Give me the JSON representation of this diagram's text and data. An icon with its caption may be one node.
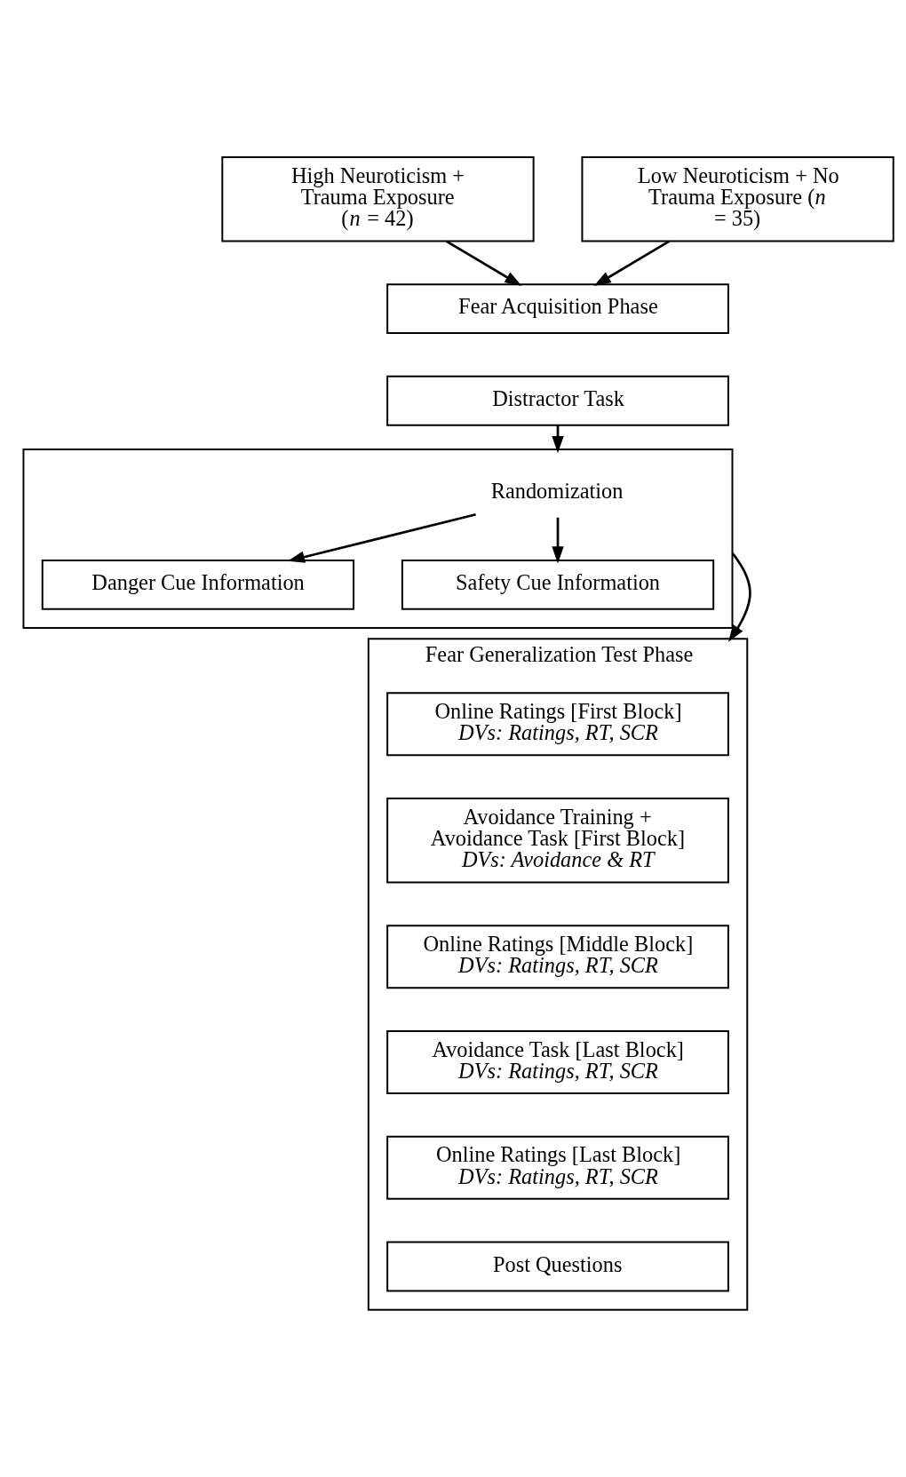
{
  "diagram": {
    "nodes": [
      {
        "text": [
          "High Neuroticism + Trauma Exposure (*n* = 42)"
        ]
      },
      {
        "text": [
          "Low Neuroticism + No Trauma Exposure (*n* = 35)"
        ]
      },
      {
        "text": [
          "Fear Acquisition Phase"
        ]
      },
      {
        "text": [
          "Distractor Task"
        ]
      },
      {
        "text": [],
        "shape": "box"
      },
      {
        "text": [
          "Randomization"
        ],
        "in": 4
      },
      {
        "text": [
          "Danger Cue Information"
        ],
        "in": 4
      },
      {
        "text": [
          "Safety Cue Information"
        ],
        "in": 4
      },
      {
        "text": [
          "Fear Generalization Test Phase"
        ]
      },
      {
        "text": [
          "Online Ratings [First Block]",
          "DVs: Ratings, RT, SCR"
        ],
        "in": 8
      },
      {
        "text": [
          "Avoidance Training + Avoidance Task [First Block]",
          "DVs: Avoidance & RT"
        ],
        "in": 8
      },
      {
        "text": [
          "Online Ratings [Middle Block]",
          "DVs: Ratings, RT, SCR"
        ],
        "in": 8
      },
      {
        "text": [
          "Avoidance Task [Last Block]",
          "DVs: Ratings, RT, SCR"
        ],
        "in": 8
      },
      {
        "text": [
          "Online Ratings [Last Block]",
          "DVs: Ratings, RT, SCR"
        ],
        "in": 8
      },
      {
        "text": [
          "Post Questions"
        ],
        "in": 8
      }
    ],
    "edges": [
      {
        "from": 0,
        "to": 2,
        "arrow": "to"
      },
      {
        "from": 1,
        "to": 2,
        "arrow": "to"
      },
      {
        "from": 3,
        "to": 4,
        "arrow": "to"
      },
      {
        "from": 5,
        "to": 6,
        "arrow": "to"
      },
      {
        "from": 5,
        "to": 7,
        "arrow": "to"
      },
      {
        "from": 4,
        "to": 8,
        "arrow": "to"
      }
    ]
  }
}
